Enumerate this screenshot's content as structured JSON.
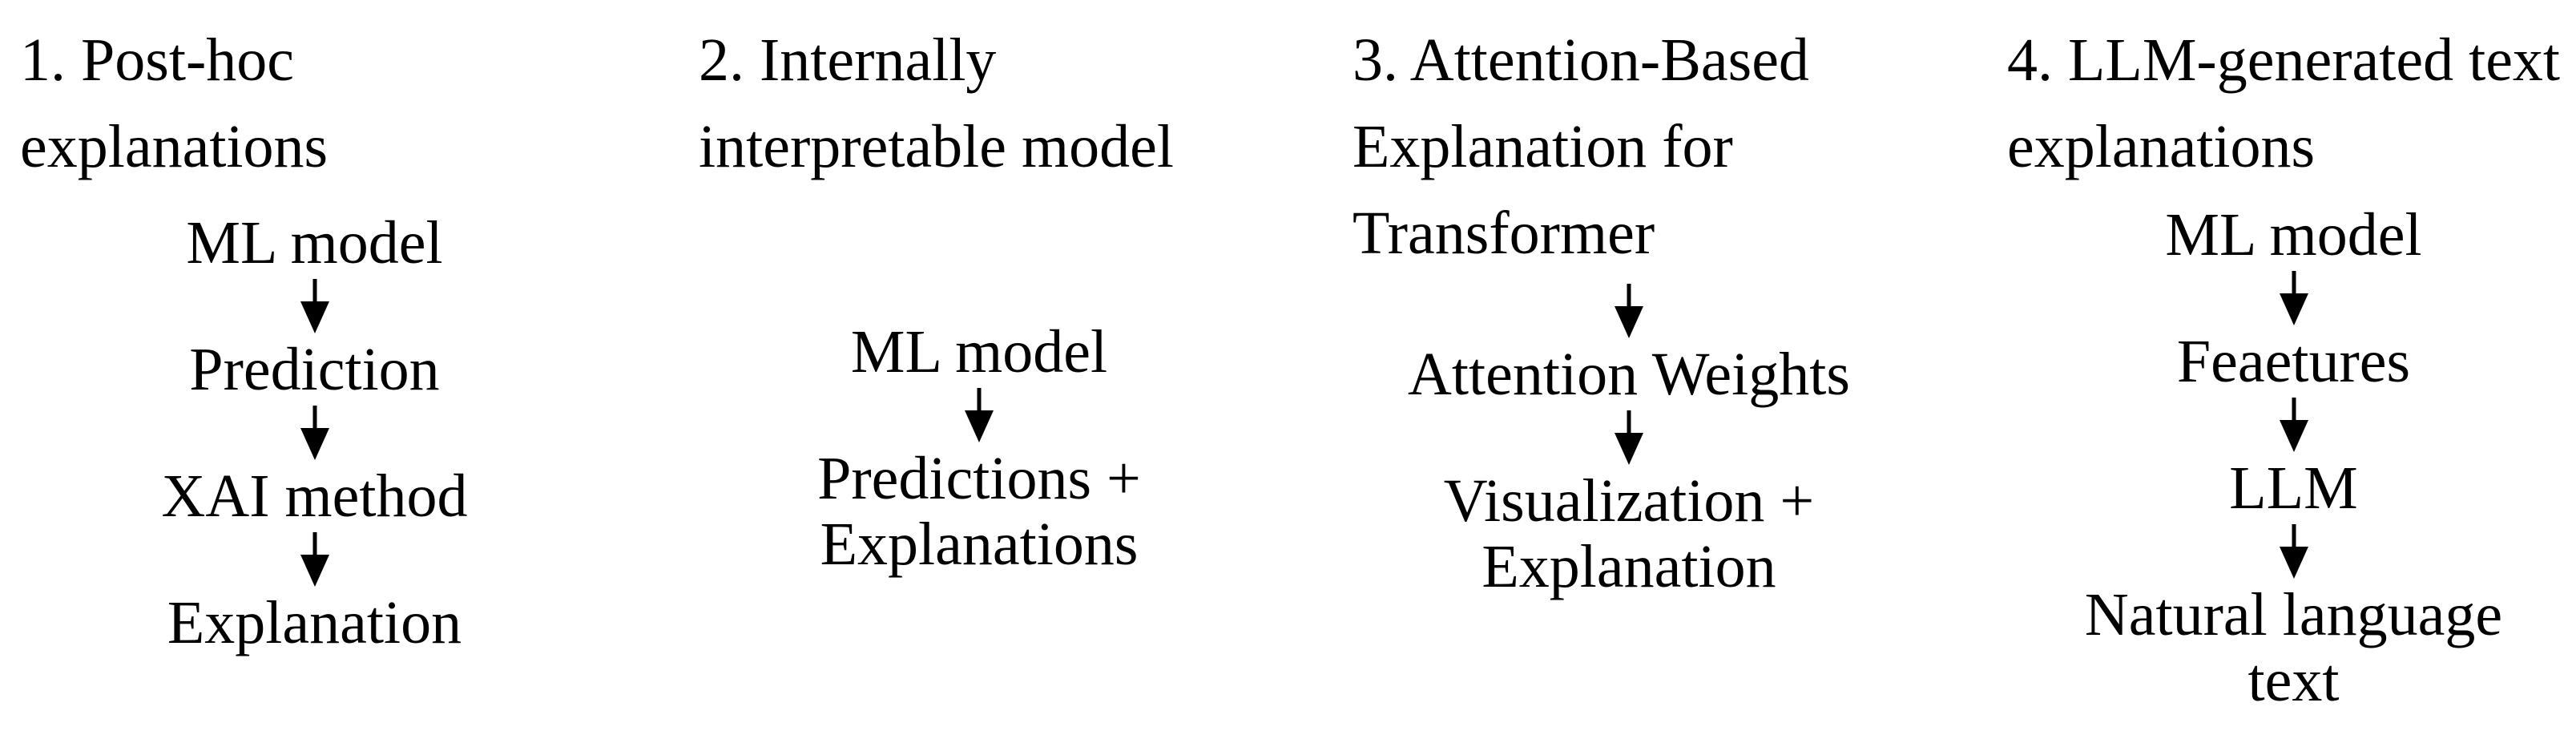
{
  "diagram": {
    "background_color": "#ffffff",
    "text_color": "#000000",
    "columns": [
      {
        "id": "post-hoc-explanations",
        "title": "1. Post-hoc explanations",
        "arrow_from_title": false,
        "nodes": [
          "ML model",
          "Prediction",
          "XAI method",
          "Explanation"
        ]
      },
      {
        "id": "internally-interpretable-model",
        "title": "2. Internally\ninterpretable model",
        "arrow_from_title": false,
        "nodes": [
          "ML model",
          "Predictions +\nExplanations"
        ]
      },
      {
        "id": "attention-based-explanation",
        "title": "3. Attention-Based\nExplanation for\nTransformer",
        "arrow_from_title": true,
        "nodes": [
          "Attention Weights",
          "Visualization +\nExplanation"
        ]
      },
      {
        "id": "llm-generated-text-explanations",
        "title": "4. LLM-generated text\nexplanations",
        "arrow_from_title": false,
        "nodes": [
          "ML model",
          "Feaetures",
          "LLM",
          "Natural language\ntext"
        ]
      }
    ]
  }
}
